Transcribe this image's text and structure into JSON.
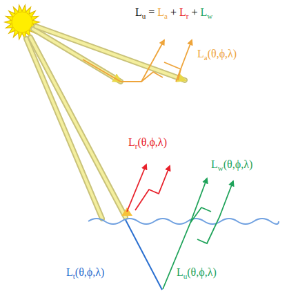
{
  "diagram": {
    "labels": [
      "L",
      "u",
      "=",
      "L",
      "a",
      "+",
      "L",
      "r",
      "+",
      "L",
      "w",
      "L",
      "a",
      "(θ,ϕ,λ)",
      "L",
      "r",
      "(θ,ϕ,λ)",
      "L",
      "w",
      "(θ,ϕ,λ)",
      "L",
      "t",
      "(θ,ϕ,λ)",
      "L",
      "u",
      "(θ,ϕ,λ)"
    ]
  }
}
